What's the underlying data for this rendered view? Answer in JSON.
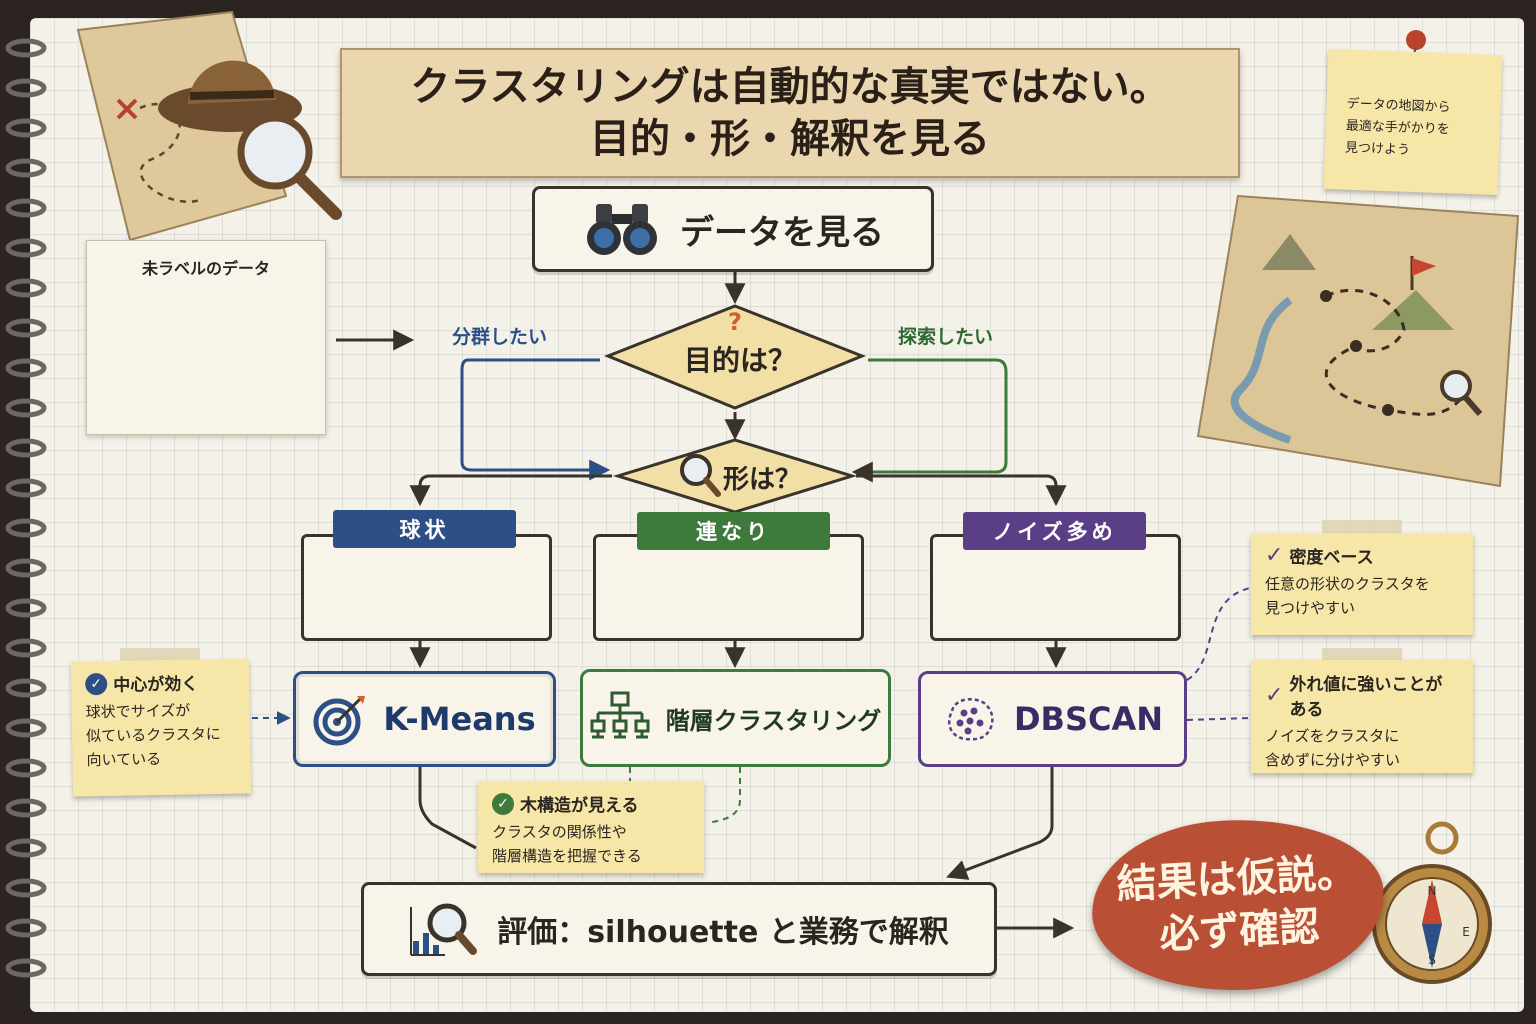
{
  "title": {
    "line1": "クラスタリングは自動的な真実ではない。",
    "line2": "目的・形・解釈を見る"
  },
  "map_note": {
    "line1": "データの地図から",
    "line2": "最適な手がかりを",
    "line3": "見つけよう"
  },
  "unlabeled": {
    "title": "未ラベルのデータ"
  },
  "flow": {
    "start": "データを見る",
    "purpose": "目的は？",
    "shape": "形は？",
    "branch_left": "分群したい",
    "branch_right": "探索したい",
    "eval": "評価：silhouette と業務で解釈"
  },
  "shapes": {
    "spherical": "球状",
    "connected": "連なり",
    "noisy": "ノイズ多め"
  },
  "algorithms": {
    "kmeans": "K-Means",
    "hierarchical": "階層クラスタリング",
    "dbscan": "DBSCAN"
  },
  "notes": {
    "kmeans": {
      "title": "中心が効く",
      "line1": "球状でサイズが",
      "line2": "似ているクラスタに",
      "line3": "向いている"
    },
    "hier": {
      "title": "木構造が見える",
      "line1": "クラスタの関係性や",
      "line2": "階層構造を把握できる"
    },
    "density": {
      "title": "密度ベース",
      "line1": "任意の形状のクラスタを",
      "line2": "見つけやすい"
    },
    "outlier": {
      "title": "外れ値に強いことがある",
      "line1": "ノイズをクラスタに",
      "line2": "含めずに分けやすい"
    }
  },
  "result": {
    "line1": "結果は仮説。",
    "line2": "必ず確認"
  },
  "compass": {
    "n": "N",
    "e": "E",
    "s": "S"
  },
  "colors": {
    "blue": "#2c4f86",
    "green": "#3d7a3c",
    "purple": "#5a3f86",
    "orange": "#d2622a",
    "diamond": "#f1dfa6",
    "note": "#f6e7a8",
    "badge": "#b94f35"
  }
}
